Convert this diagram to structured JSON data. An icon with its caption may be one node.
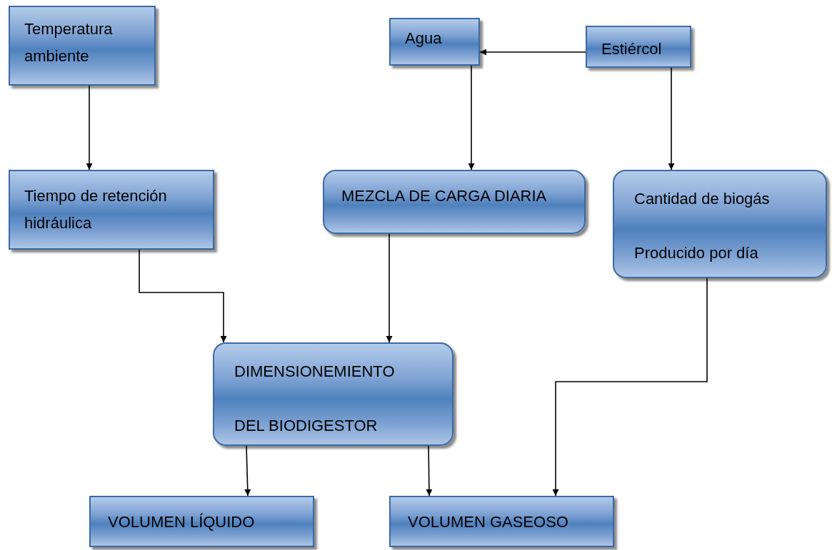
{
  "diagram": {
    "nodes": [
      {
        "text": [
          "Temperatura ambiente"
        ]
      },
      {
        "text": [
          "Agua"
        ]
      },
      {
        "text": [
          "Estiércol"
        ]
      },
      {
        "text": [
          "Tiempo de retención hidráulica"
        ]
      },
      {
        "text": [
          "MEZCLA DE CARGA DIARIA"
        ]
      },
      {
        "text": [
          "Cantidad de biogás",
          "Producido por día"
        ]
      },
      {
        "text": [
          "DIMENSIONEMIENTO",
          "DEL BIODIGESTOR"
        ]
      },
      {
        "text": [
          "VOLUMEN LÍQUIDO"
        ]
      },
      {
        "text": [
          "VOLUMEN GASEOSO"
        ]
      }
    ],
    "edges": [
      {
        "from": 0,
        "to": 3,
        "arrow": "to"
      },
      {
        "from": 2,
        "to": 1,
        "arrow": "to"
      },
      {
        "from": 1,
        "to": 4,
        "arrow": "to"
      },
      {
        "from": 2,
        "to": 5,
        "arrow": "to"
      },
      {
        "from": 3,
        "to": 6,
        "arrow": "to"
      },
      {
        "from": 4,
        "to": 6,
        "arrow": "to"
      },
      {
        "from": 5,
        "to": 8,
        "arrow": "to"
      },
      {
        "from": 6,
        "to": 7,
        "arrow": "to"
      },
      {
        "from": 6,
        "to": 8,
        "arrow": "to"
      }
    ]
  }
}
